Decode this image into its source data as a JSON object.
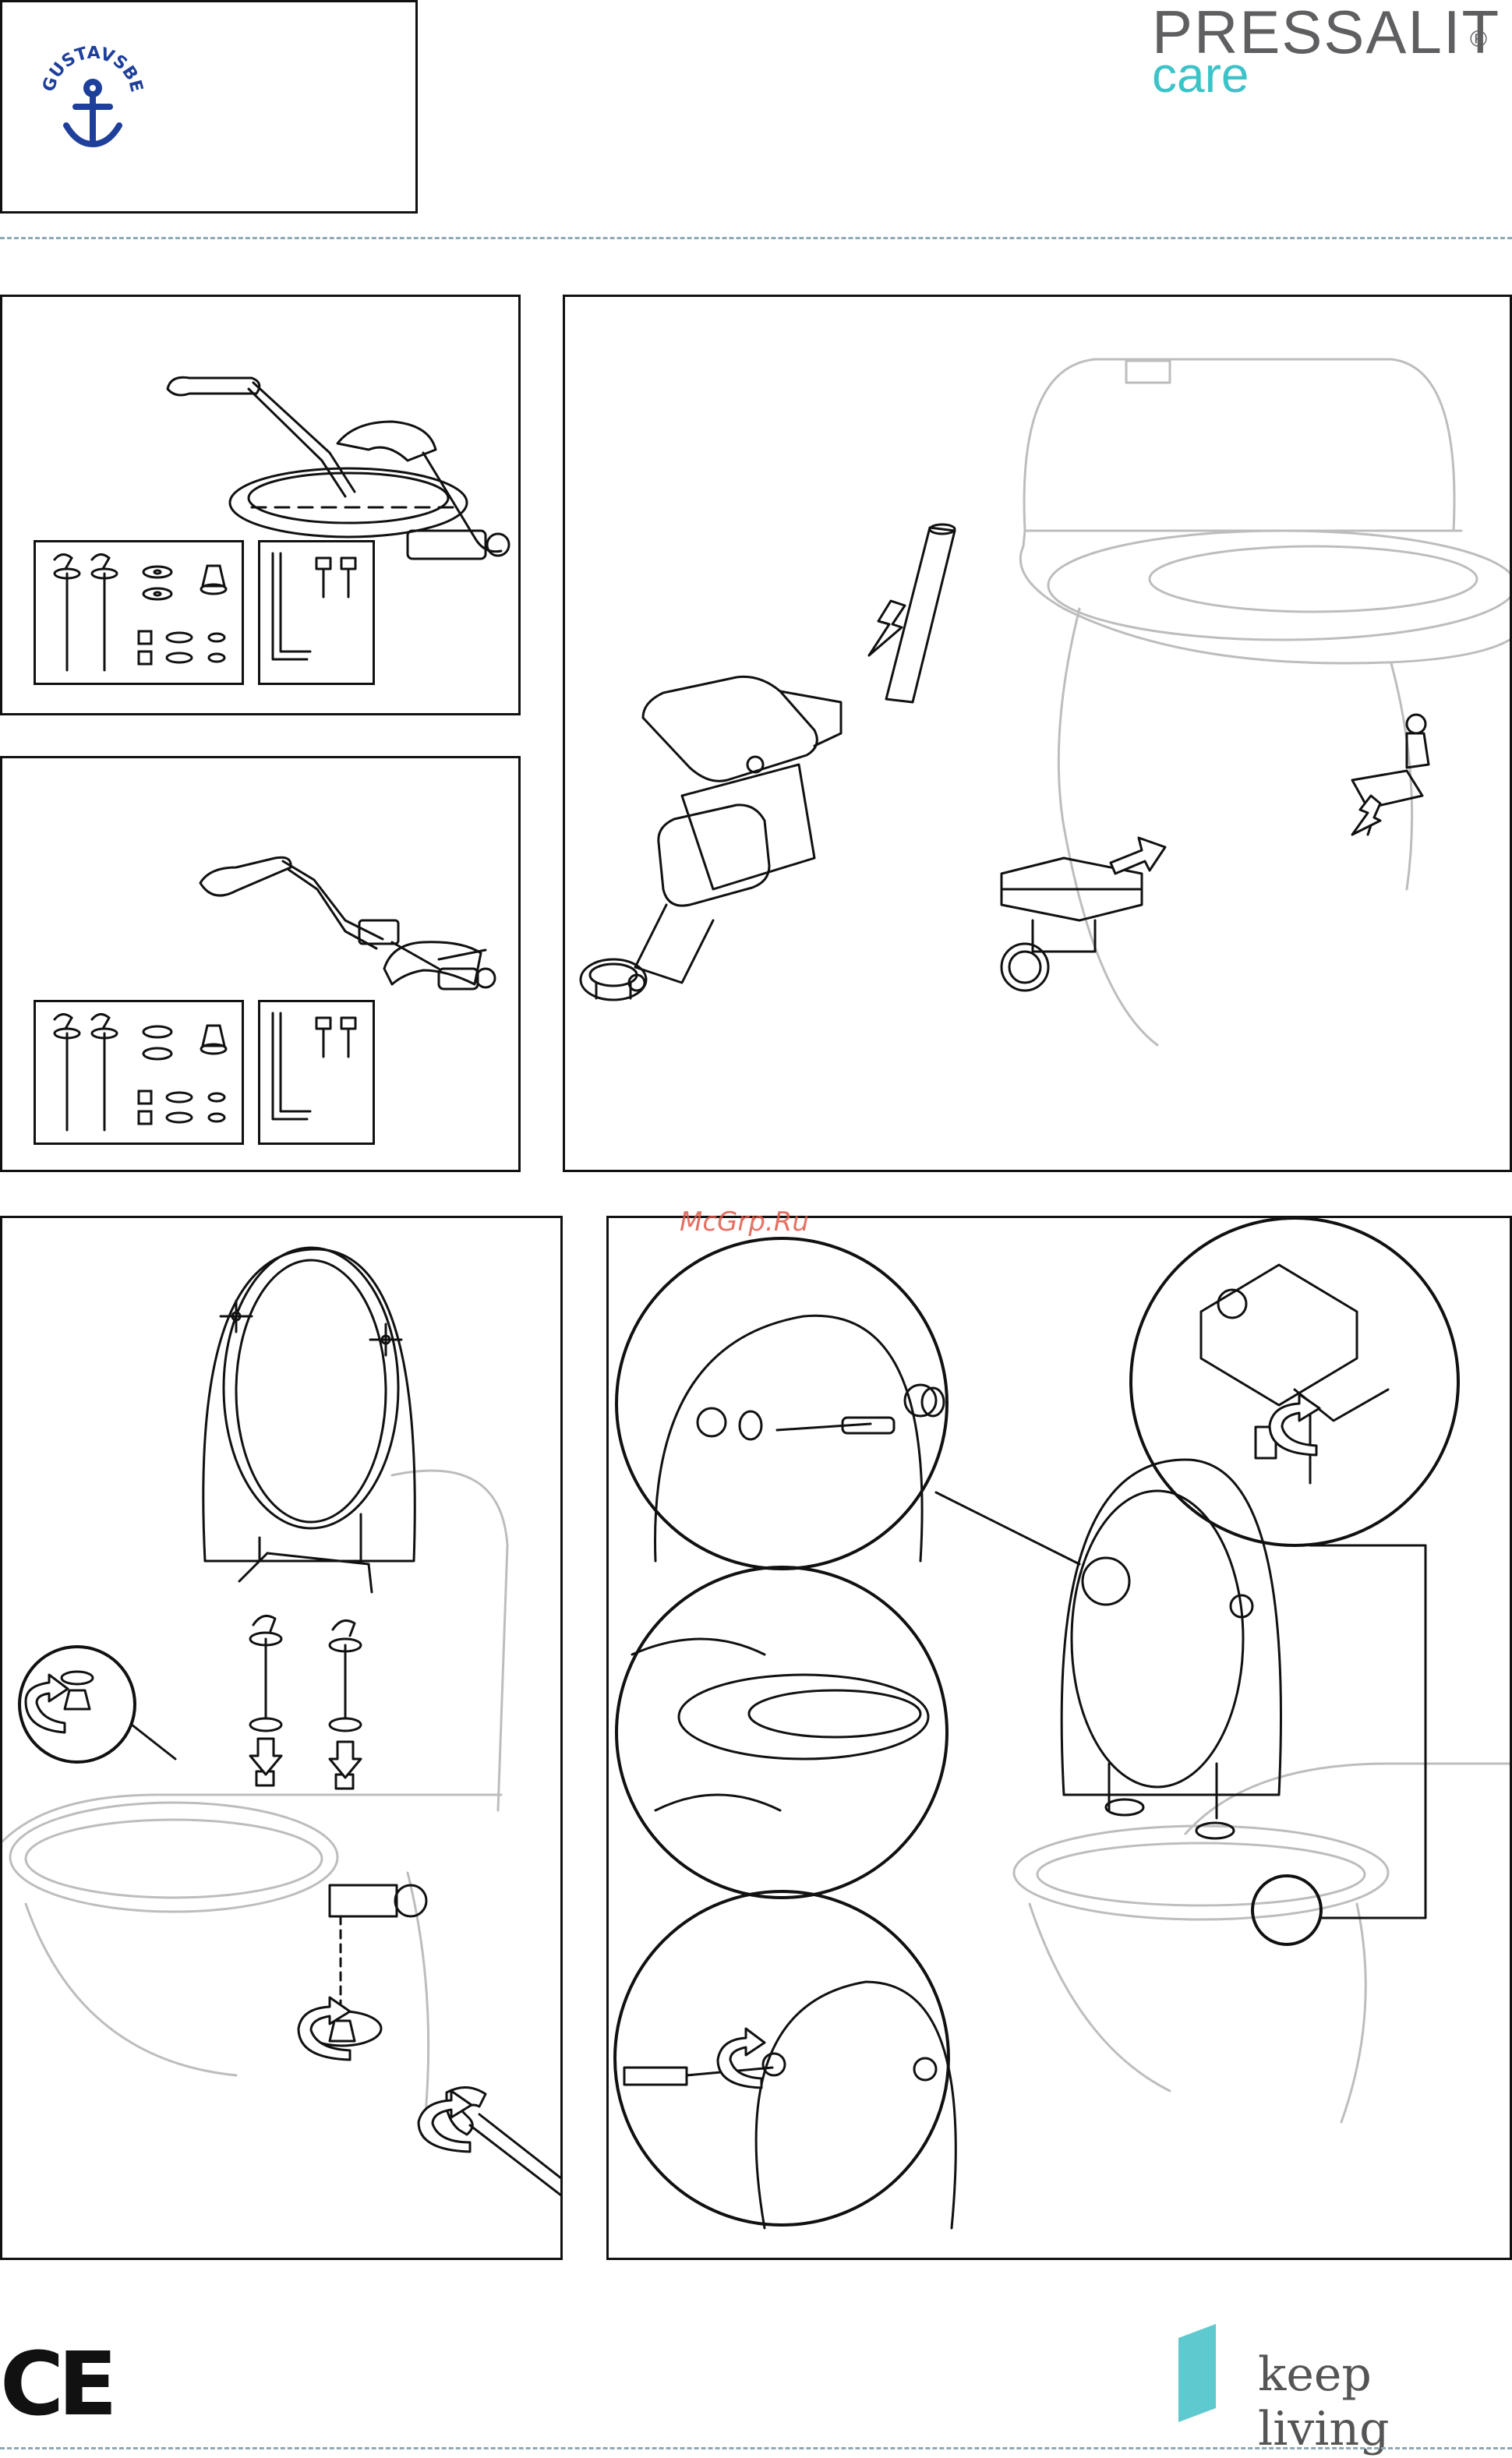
{
  "header": {
    "logo_left_text": "GUSTAVSBERG",
    "brand_main": "PRESSALIT",
    "brand_registered": "®",
    "brand_sub": "care"
  },
  "watermark": "McGrp.Ru",
  "footer": {
    "ce_mark": "CE",
    "tagline": "keep living"
  },
  "colors": {
    "line": "#111111",
    "divider": "#8fa9b6",
    "brand_grey": "#5f5f62",
    "brand_teal": "#3cc3c8",
    "watermark": "#e05a4a"
  },
  "icons": [
    "anchor-icon",
    "arrow-down-icon",
    "rotate-arrow-icon",
    "screwdriver-icon",
    "wrench-icon",
    "allen-key-icon",
    "bolt-icon",
    "washer-icon",
    "nut-icon"
  ]
}
